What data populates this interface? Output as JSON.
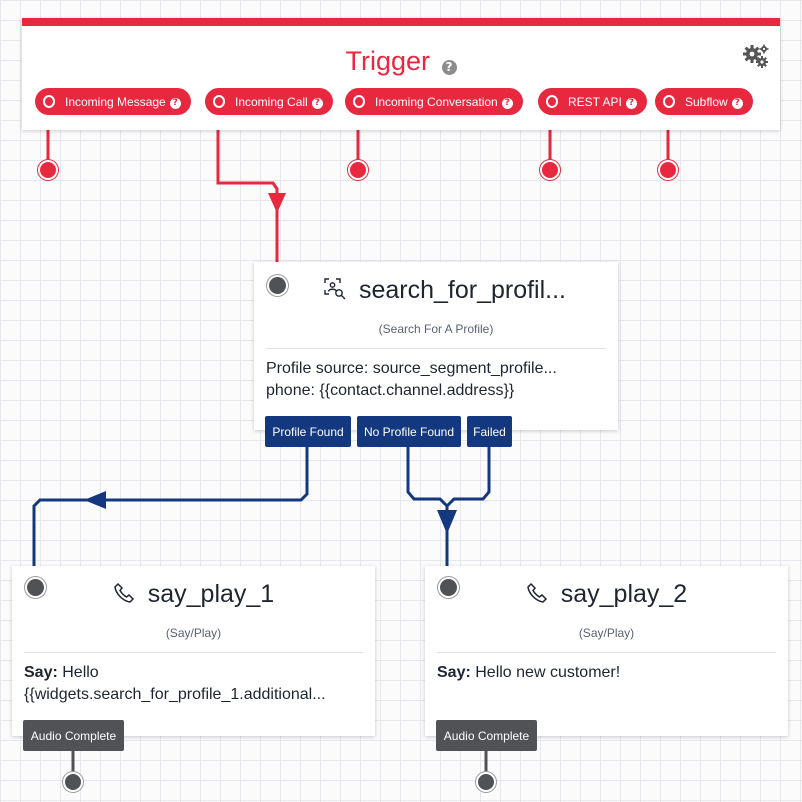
{
  "trigger": {
    "title": "Trigger",
    "help_icon": "question-circle-icon",
    "settings_icon": "gears-icon",
    "color": "#e8283f",
    "transitions": [
      {
        "label": "Incoming Message"
      },
      {
        "label": "Incoming Call"
      },
      {
        "label": "Incoming Conversation"
      },
      {
        "label": "REST API"
      },
      {
        "label": "Subflow"
      }
    ]
  },
  "widgets": {
    "search": {
      "name": "search_for_profil...",
      "type": "(Search For A Profile)",
      "icon": "profile-search-icon",
      "details": [
        "Profile source:  source_segment_profile...",
        "phone: {{contact.channel.address}}"
      ],
      "transitions": [
        "Profile Found",
        "No Profile Found",
        "Failed"
      ]
    },
    "say1": {
      "name": "say_play_1",
      "type": "(Say/Play)",
      "icon": "phone-icon",
      "say_label": "Say:",
      "say_text_1": " Hello",
      "say_text_2": "{{widgets.search_for_profile_1.additional...",
      "transition": "Audio Complete"
    },
    "say2": {
      "name": "say_play_2",
      "type": "(Say/Play)",
      "icon": "phone-icon",
      "say_label": "Say:",
      "say_text": " Hello new customer!",
      "transition": "Audio Complete"
    }
  },
  "colors": {
    "trigger_red": "#e8283f",
    "transition_blue": "#14387f",
    "transition_grey": "#505256"
  }
}
